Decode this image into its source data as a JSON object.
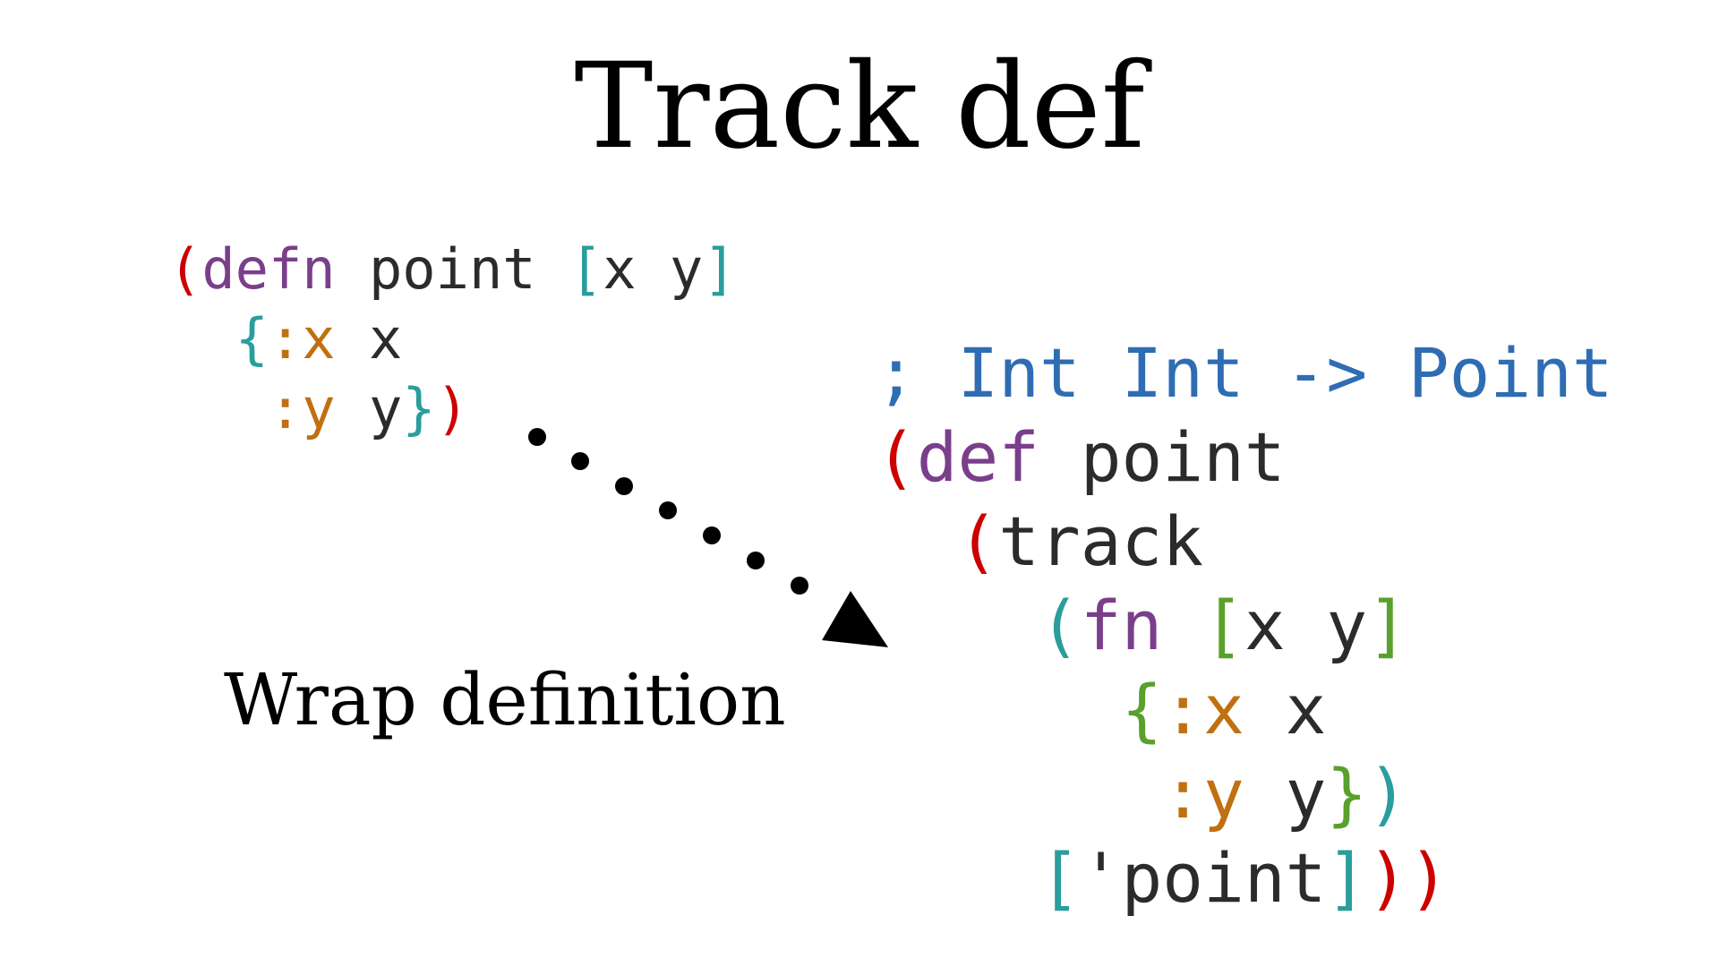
{
  "title": "Track def",
  "caption": "Wrap definition",
  "colors": {
    "paren": "#cc0000",
    "keyword_purple": "#7a3e8a",
    "keyword_def": "#7a3e8a",
    "symbol": "#2b2b2b",
    "bracket_teal": "#2a9d9d",
    "keyword_orange": "#c07010",
    "comment_blue": "#2e6db4",
    "bracket_green": "#5aa02c"
  },
  "left_code": [
    [
      {
        "t": "(",
        "c": "paren"
      },
      {
        "t": "defn",
        "c": "keyword_purple"
      },
      {
        "t": " point ",
        "c": "symbol"
      },
      {
        "t": "[",
        "c": "bracket_teal"
      },
      {
        "t": "x y",
        "c": "symbol"
      },
      {
        "t": "]",
        "c": "bracket_teal"
      }
    ],
    [
      {
        "t": "  ",
        "c": "symbol"
      },
      {
        "t": "{",
        "c": "bracket_teal"
      },
      {
        "t": ":x",
        "c": "keyword_orange"
      },
      {
        "t": " x",
        "c": "symbol"
      }
    ],
    [
      {
        "t": "   ",
        "c": "symbol"
      },
      {
        "t": ":y",
        "c": "keyword_orange"
      },
      {
        "t": " y",
        "c": "symbol"
      },
      {
        "t": "}",
        "c": "bracket_teal"
      },
      {
        "t": ")",
        "c": "paren"
      }
    ]
  ],
  "right_code": [
    [
      {
        "t": "; Int Int -> Point",
        "c": "comment_blue"
      }
    ],
    [
      {
        "t": "(",
        "c": "paren"
      },
      {
        "t": "def",
        "c": "keyword_def"
      },
      {
        "t": " point",
        "c": "symbol"
      }
    ],
    [
      {
        "t": "  ",
        "c": "symbol"
      },
      {
        "t": "(",
        "c": "paren"
      },
      {
        "t": "track",
        "c": "symbol"
      }
    ],
    [
      {
        "t": "    ",
        "c": "symbol"
      },
      {
        "t": "(",
        "c": "bracket_teal"
      },
      {
        "t": "fn",
        "c": "keyword_purple"
      },
      {
        "t": " ",
        "c": "symbol"
      },
      {
        "t": "[",
        "c": "bracket_green"
      },
      {
        "t": "x y",
        "c": "symbol"
      },
      {
        "t": "]",
        "c": "bracket_green"
      }
    ],
    [
      {
        "t": "      ",
        "c": "symbol"
      },
      {
        "t": "{",
        "c": "bracket_green"
      },
      {
        "t": ":x",
        "c": "keyword_orange"
      },
      {
        "t": " x",
        "c": "symbol"
      }
    ],
    [
      {
        "t": "       ",
        "c": "symbol"
      },
      {
        "t": ":y",
        "c": "keyword_orange"
      },
      {
        "t": " y",
        "c": "symbol"
      },
      {
        "t": "}",
        "c": "bracket_green"
      },
      {
        "t": ")",
        "c": "bracket_teal"
      }
    ],
    [
      {
        "t": "    ",
        "c": "symbol"
      },
      {
        "t": "[",
        "c": "bracket_teal"
      },
      {
        "t": "'point",
        "c": "symbol"
      },
      {
        "t": "]",
        "c": "bracket_teal"
      },
      {
        "t": ")",
        "c": "paren"
      },
      {
        "t": ")",
        "c": "paren"
      }
    ]
  ]
}
